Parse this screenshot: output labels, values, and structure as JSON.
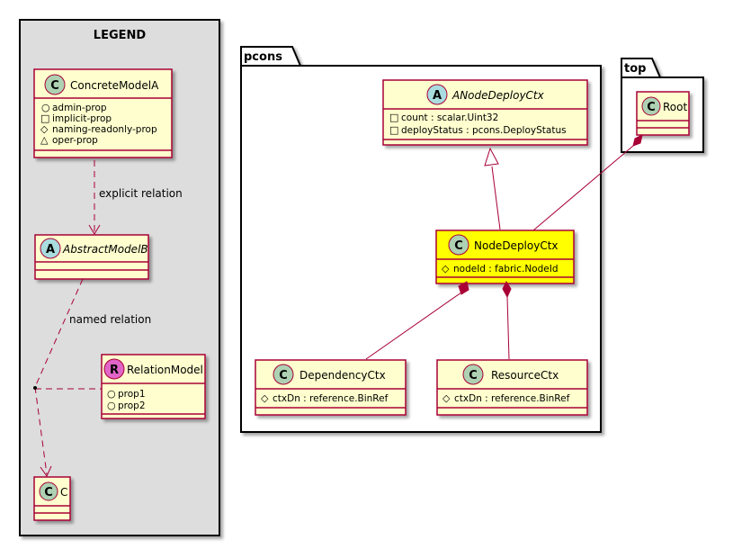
{
  "legend": {
    "title": "LEGEND",
    "concrete_model": {
      "stereotype": "C",
      "name": "ConcreteModelA",
      "attributes": [
        {
          "visibility": "public",
          "symbol": "○",
          "text": "admin-prop"
        },
        {
          "visibility": "private",
          "symbol": "□",
          "text": "implicit-prop"
        },
        {
          "visibility": "protected",
          "symbol": "◇",
          "text": "naming-readonly-prop"
        },
        {
          "visibility": "package",
          "symbol": "△",
          "text": "oper-prop"
        }
      ]
    },
    "abstract_model": {
      "stereotype": "A",
      "name": "AbstractModelB"
    },
    "relation_model": {
      "stereotype": "R",
      "name": "RelationModel",
      "attributes": [
        {
          "visibility": "public",
          "symbol": "○",
          "text": "prop1"
        },
        {
          "visibility": "public",
          "symbol": "○",
          "text": "prop2"
        }
      ]
    },
    "c_model": {
      "stereotype": "C",
      "name": "C"
    },
    "explicit_relation_label": "explicit relation",
    "named_relation_label": "named relation"
  },
  "packages": {
    "pcons": {
      "name": "pcons",
      "anode": {
        "stereotype": "A",
        "name": "ANodeDeployCtx",
        "attributes": [
          {
            "visibility": "private",
            "symbol": "□",
            "text": "count : scalar.Uint32"
          },
          {
            "visibility": "private",
            "symbol": "□",
            "text": "deployStatus : pcons.DeployStatus"
          }
        ]
      },
      "node": {
        "stereotype": "C",
        "name": "NodeDeployCtx",
        "attributes": [
          {
            "visibility": "protected",
            "symbol": "◇",
            "text": "nodeId : fabric.NodeId"
          }
        ]
      },
      "dependency": {
        "stereotype": "C",
        "name": "DependencyCtx",
        "attributes": [
          {
            "visibility": "protected",
            "symbol": "◇",
            "text": "ctxDn : reference.BinRef"
          }
        ]
      },
      "resource": {
        "stereotype": "C",
        "name": "ResourceCtx",
        "attributes": [
          {
            "visibility": "protected",
            "symbol": "◇",
            "text": "ctxDn : reference.BinRef"
          }
        ]
      }
    },
    "top": {
      "name": "top",
      "root": {
        "stereotype": "C",
        "name": "Root"
      }
    }
  },
  "colors": {
    "class_fill": "#FEFECE",
    "class_border": "#A80036",
    "highlight_fill": "#FFFF00",
    "legend_bg": "#DDDDDD",
    "circle_class": "#ADD1B2",
    "circle_abstract": "#A9DCDF",
    "circle_relation": "#E065C7"
  }
}
